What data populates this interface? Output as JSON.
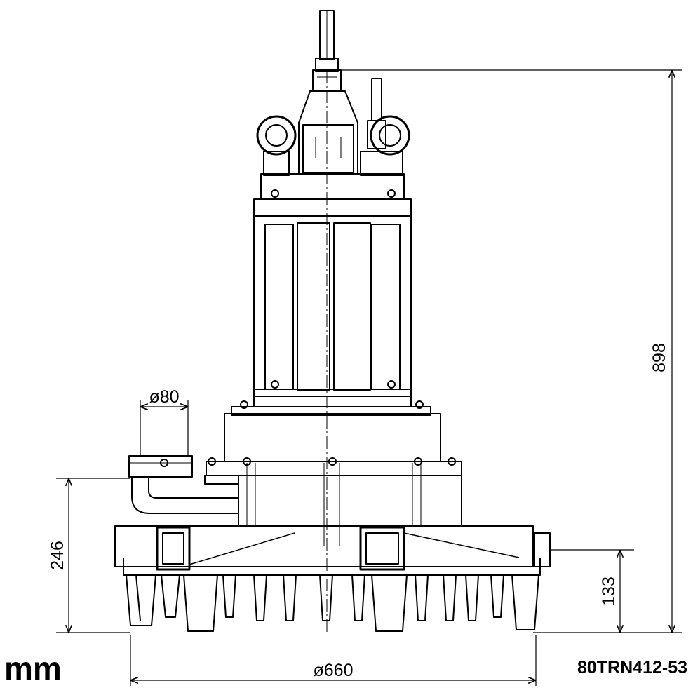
{
  "unit": "mm",
  "model": "80TRN412-53",
  "dimensions": {
    "height_total": "898",
    "outlet_diameter": "ø80",
    "outlet_height": "246",
    "side_height": "133",
    "base_diameter": "ø660"
  }
}
